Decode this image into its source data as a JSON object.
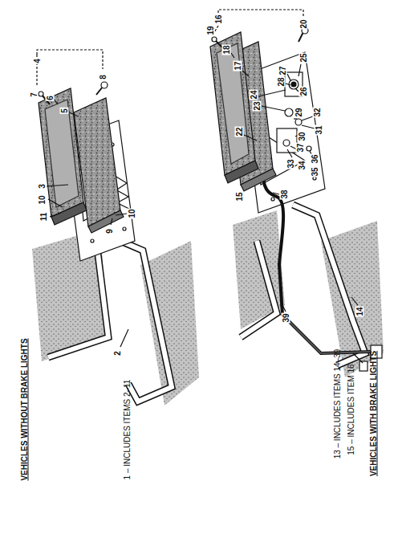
{
  "diagram": {
    "labels": [
      "4",
      "7",
      "6",
      "5",
      "8",
      "3",
      "10",
      "11",
      "9",
      "10",
      "2",
      "1 – INCLUDES ITEMS 2–11",
      "VEHICLES WITHOUT BRAKE LIGHTS",
      "16",
      "19",
      "18",
      "17",
      "20",
      "25",
      "27",
      "28",
      "26",
      "24",
      "23",
      "29",
      "32",
      "31",
      "30",
      "22",
      "15",
      "38",
      "37",
      "36",
      "33",
      "34",
      "35",
      "39",
      "14",
      "13 – INCLUDES ITEMS 14–39",
      "15 – INCLUDES ITEM 16",
      "VEHICLES WITH BRAKE LIGHTS"
    ]
  }
}
